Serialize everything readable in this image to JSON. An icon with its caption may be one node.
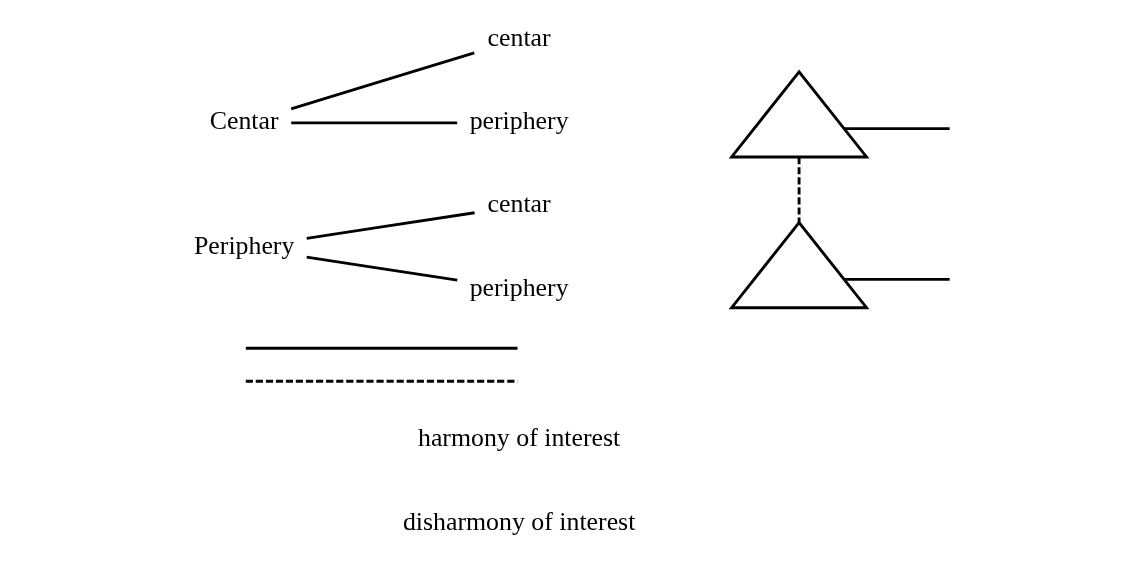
{
  "diagram": {
    "nodes": [
      {
        "text": [
          "Centar"
        ]
      },
      {
        "text": [
          "centar"
        ]
      },
      {
        "text": [
          "periphery"
        ]
      },
      {
        "text": [
          "Periphery"
        ]
      },
      {
        "text": [
          "centar"
        ]
      },
      {
        "text": [
          "periphery"
        ]
      },
      {
        "text": [],
        "shape": "pyramid"
      },
      {
        "text": [],
        "shape": "pyramid"
      }
    ],
    "edges": [
      {
        "from": 0,
        "to": 1,
        "arrow": "none"
      },
      {
        "from": 0,
        "to": 2,
        "arrow": "none"
      },
      {
        "from": 3,
        "to": 4,
        "arrow": "none"
      },
      {
        "from": 3,
        "to": 5,
        "arrow": "none"
      },
      {
        "from": 6,
        "to": 7,
        "arrow": "none",
        "style": "dashed"
      },
      {
        "from": 6,
        "to": null,
        "arrow": "none"
      },
      {
        "from": 7,
        "to": null,
        "arrow": "none"
      }
    ],
    "legend": [
      {
        "text": "harmony of interest"
      },
      {
        "text": "disharmony of interest"
      }
    ]
  }
}
